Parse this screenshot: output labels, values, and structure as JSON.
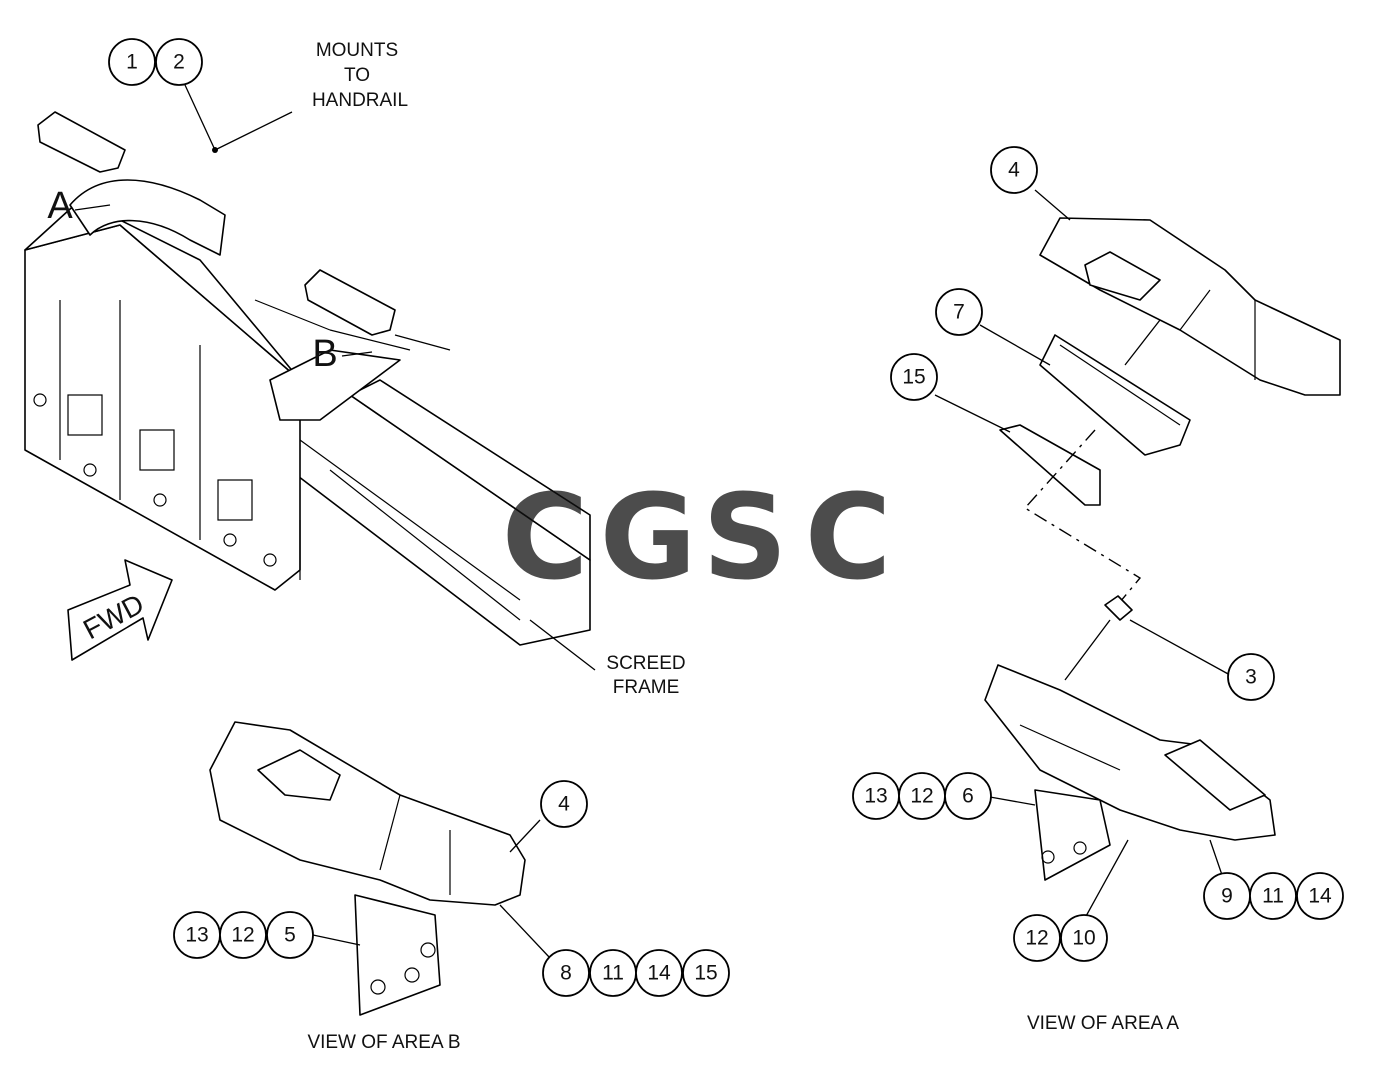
{
  "callouts": {
    "top_left": [
      "1",
      "2"
    ],
    "area_a_top_4": "4",
    "area_a_7": "7",
    "area_a_15": "15",
    "area_a_3": "3",
    "area_a_left": [
      "13",
      "12",
      "6"
    ],
    "area_a_right": [
      "9",
      "11",
      "14"
    ],
    "area_a_bottom": [
      "12",
      "10"
    ],
    "area_b_4": "4",
    "area_b_left": [
      "13",
      "12",
      "5"
    ],
    "area_b_bottom": [
      "8",
      "11",
      "14",
      "15"
    ]
  },
  "notes": {
    "mounts_to_handrail": [
      "MOUNTS",
      "TO",
      "HANDRAIL"
    ],
    "screed_frame": [
      "SCREED",
      "FRAME"
    ],
    "view_area_b": "VIEW OF AREA B",
    "view_area_a": "VIEW OF AREA A",
    "fwd": "FWD",
    "area_a_marker": "A",
    "area_b_marker": "B"
  },
  "watermark": {
    "letters": [
      "C",
      "G",
      "S",
      "C"
    ],
    "colors": [
      "#3d8bf0",
      "#f08a82",
      "#f8d25a",
      "#5dba8a"
    ]
  }
}
